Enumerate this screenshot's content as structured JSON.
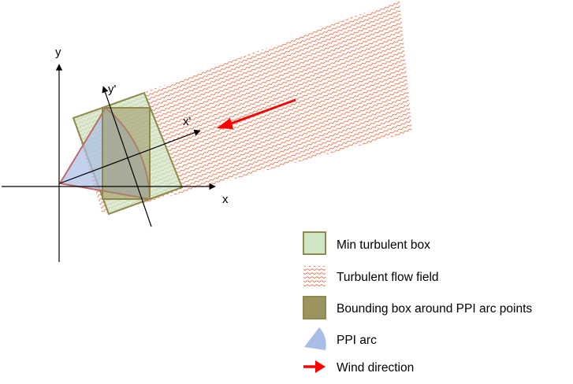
{
  "axes": {
    "x_label": "x",
    "y_label": "y",
    "x_prime_label": "x'",
    "y_prime_label": "y'"
  },
  "legend": {
    "items": [
      {
        "label": "Min turbulent box",
        "icon": "min-turbulent-box-swatch"
      },
      {
        "label": "Turbulent flow field",
        "icon": "turbulent-flow-field-swatch"
      },
      {
        "label": "Bounding box around PPI arc points",
        "icon": "bounding-box-swatch"
      },
      {
        "label": "PPI arc",
        "icon": "ppi-arc-swatch"
      },
      {
        "label": "Wind direction",
        "icon": "wind-direction-arrow"
      }
    ]
  },
  "colors": {
    "min_turbulent_box_fill": "#cfe7c6",
    "min_turbulent_box_stroke": "#8e8a4c",
    "turbulent_flow_pattern": "#e05a2a",
    "bounding_box_fill": "#9b9460",
    "ppi_arc_fill": "#a9bee6",
    "ppi_arc_stroke": "#c06a6a",
    "wind_arrow": "#ff0000",
    "axes": "#000000"
  }
}
